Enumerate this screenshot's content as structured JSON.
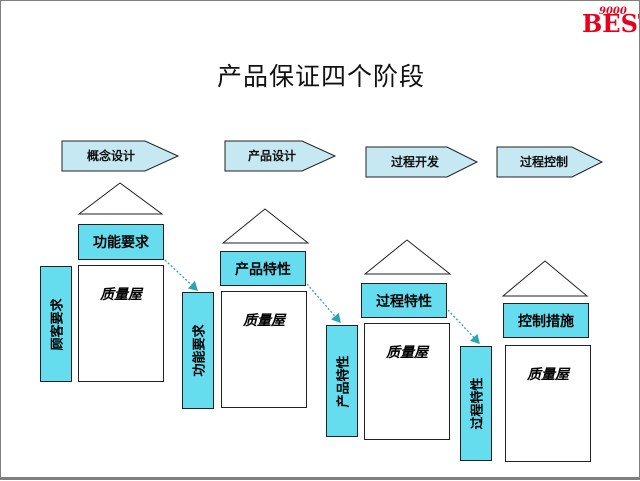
{
  "title": "产品保证四个阶段",
  "logo": {
    "text": "BEST",
    "small_text": "9000"
  },
  "stages": [
    {
      "label": "概念设计"
    },
    {
      "label": "产品设计"
    },
    {
      "label": "过程开发"
    },
    {
      "label": "过程控制"
    }
  ],
  "houses": [
    {
      "roof_label": "功能要求",
      "body_label": "质量屋",
      "side_label": "顾客要求"
    },
    {
      "roof_label": "产品特性",
      "body_label": "质量屋",
      "side_label": "功能要求"
    },
    {
      "roof_label": "过程特性",
      "body_label": "质量屋",
      "side_label": "产品特性"
    },
    {
      "roof_label": "控制措施",
      "body_label": "质量屋",
      "side_label": "过程特性"
    }
  ],
  "colors": {
    "box_fill": "#66ddee",
    "arrow_fill": "#c6e8f2",
    "connector": "#29a5b5",
    "logo_red": "#e8001c"
  }
}
